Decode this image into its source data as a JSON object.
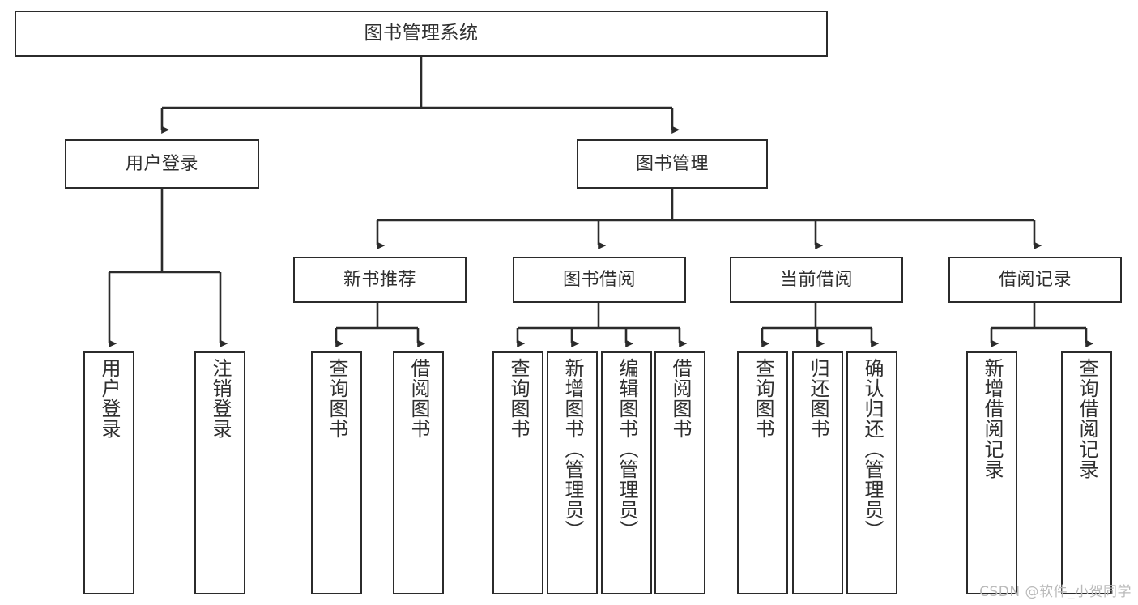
{
  "diagram": {
    "title": "图书管理系统",
    "type": "tree-hierarchy",
    "root": {
      "id": "root",
      "label": "图书管理系统"
    },
    "level2": [
      {
        "id": "user-login",
        "label": "用户登录"
      },
      {
        "id": "book-manage",
        "label": "图书管理"
      }
    ],
    "level3": [
      {
        "id": "new-book-recommend",
        "label": "新书推荐",
        "parent": "book-manage"
      },
      {
        "id": "book-borrow",
        "label": "图书借阅",
        "parent": "book-manage"
      },
      {
        "id": "current-borrow",
        "label": "当前借阅",
        "parent": "book-manage"
      },
      {
        "id": "borrow-record",
        "label": "借阅记录",
        "parent": "book-manage"
      }
    ],
    "leaves": [
      {
        "id": "leaf-user-login",
        "label": "用户登录",
        "parent": "user-login"
      },
      {
        "id": "leaf-logout-login",
        "label": "注销登录",
        "parent": "user-login"
      },
      {
        "id": "leaf-query-book-1",
        "label": "查询图书",
        "parent": "new-book-recommend"
      },
      {
        "id": "leaf-borrow-book-1",
        "label": "借阅图书",
        "parent": "new-book-recommend"
      },
      {
        "id": "leaf-query-book-2",
        "label": "查询图书",
        "parent": "book-borrow"
      },
      {
        "id": "leaf-add-book",
        "label": "新增图书（管理员）",
        "parent": "book-borrow"
      },
      {
        "id": "leaf-edit-book",
        "label": "编辑图书（管理员）",
        "parent": "book-borrow"
      },
      {
        "id": "leaf-borrow-book-2",
        "label": "借阅图书",
        "parent": "book-borrow"
      },
      {
        "id": "leaf-query-book-3",
        "label": "查询图书",
        "parent": "current-borrow"
      },
      {
        "id": "leaf-return-book",
        "label": "归还图书",
        "parent": "current-borrow"
      },
      {
        "id": "leaf-confirm-return",
        "label": "确认归还（管理员）",
        "parent": "current-borrow"
      },
      {
        "id": "leaf-add-record",
        "label": "新增借阅记录",
        "parent": "borrow-record"
      },
      {
        "id": "leaf-query-record",
        "label": "查询借阅记录",
        "parent": "borrow-record"
      }
    ],
    "colors": {
      "box_border": "#2b2b2b",
      "box_fill": "#ffffff",
      "edge": "#2b2b2b",
      "text": "#2f2f2f",
      "background": "#ffffff",
      "watermark": "#b9b9b9"
    }
  },
  "watermark": {
    "text": "CSDN @软件_小贺同学"
  }
}
